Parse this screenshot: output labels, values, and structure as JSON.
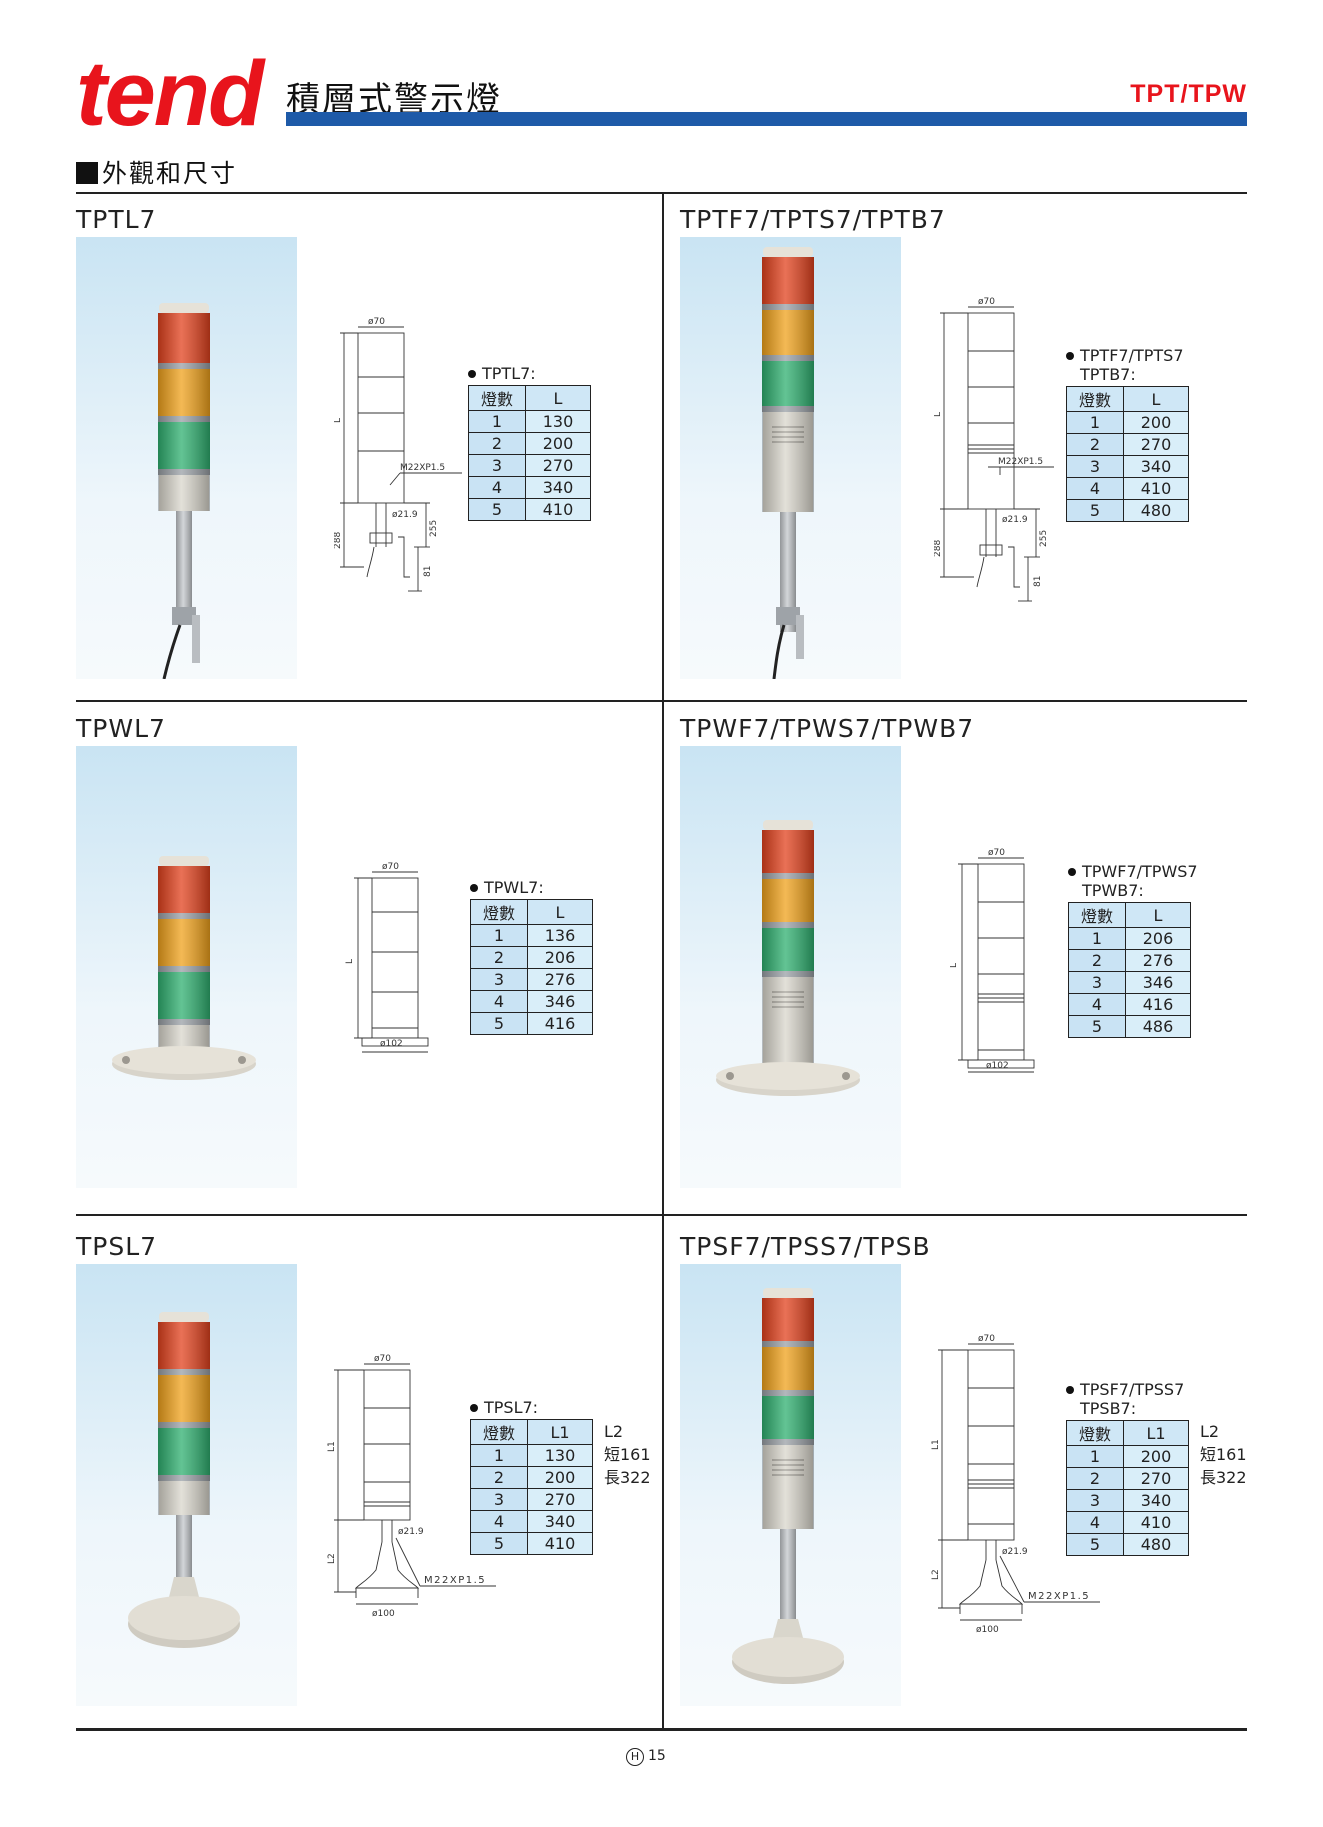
{
  "header": {
    "brand": "tend",
    "title": "積層式警示燈",
    "series_code": "TPT/TPW",
    "section_label": "外觀和尺寸"
  },
  "colors": {
    "brand_red": "#e8141c",
    "header_bar_blue": "#1e5aa8",
    "table_fill": "#cfe7f6",
    "lamp_red": "#e2421e",
    "lamp_amber": "#f0a21c",
    "lamp_green": "#2fb070"
  },
  "cells": [
    {
      "title": "TPTL7",
      "spec_title": "TPTL7:",
      "spec_title2": "",
      "col_count": "燈數",
      "col_len": "L",
      "side_header": "",
      "rows": [
        {
          "n": "1",
          "v": "130",
          "side": ""
        },
        {
          "n": "2",
          "v": "200",
          "side": ""
        },
        {
          "n": "3",
          "v": "270",
          "side": ""
        },
        {
          "n": "4",
          "v": "340",
          "side": ""
        },
        {
          "n": "5",
          "v": "410",
          "side": ""
        }
      ],
      "dims": {
        "d_top": "ø70",
        "len": "L",
        "thread": "M22XP1.5",
        "d_pole": "ø21.9",
        "h_total": "288",
        "h_pole": "255",
        "h_bracket": "81",
        "d_base": ""
      }
    },
    {
      "title": "TPTF7/TPTS7/TPTB7",
      "spec_title": "TPTF7/TPTS7",
      "spec_title2": "TPTB7:",
      "col_count": "燈數",
      "col_len": "L",
      "side_header": "",
      "rows": [
        {
          "n": "1",
          "v": "200",
          "side": ""
        },
        {
          "n": "2",
          "v": "270",
          "side": ""
        },
        {
          "n": "3",
          "v": "340",
          "side": ""
        },
        {
          "n": "4",
          "v": "410",
          "side": ""
        },
        {
          "n": "5",
          "v": "480",
          "side": ""
        }
      ],
      "dims": {
        "d_top": "ø70",
        "len": "L",
        "thread": "M22XP1.5",
        "d_pole": "ø21.9",
        "h_total": "288",
        "h_pole": "255",
        "h_bracket": "81",
        "d_base": ""
      }
    },
    {
      "title": "TPWL7",
      "spec_title": "TPWL7:",
      "spec_title2": "",
      "col_count": "燈數",
      "col_len": "L",
      "side_header": "",
      "rows": [
        {
          "n": "1",
          "v": "136",
          "side": ""
        },
        {
          "n": "2",
          "v": "206",
          "side": ""
        },
        {
          "n": "3",
          "v": "276",
          "side": ""
        },
        {
          "n": "4",
          "v": "346",
          "side": ""
        },
        {
          "n": "5",
          "v": "416",
          "side": ""
        }
      ],
      "dims": {
        "d_top": "ø70",
        "len": "L",
        "thread": "",
        "d_pole": "",
        "h_total": "",
        "h_pole": "",
        "h_bracket": "",
        "d_base": "ø102"
      }
    },
    {
      "title": "TPWF7/TPWS7/TPWB7",
      "spec_title": "TPWF7/TPWS7",
      "spec_title2": "TPWB7:",
      "col_count": "燈數",
      "col_len": "L",
      "side_header": "",
      "rows": [
        {
          "n": "1",
          "v": "206",
          "side": ""
        },
        {
          "n": "2",
          "v": "276",
          "side": ""
        },
        {
          "n": "3",
          "v": "346",
          "side": ""
        },
        {
          "n": "4",
          "v": "416",
          "side": ""
        },
        {
          "n": "5",
          "v": "486",
          "side": ""
        }
      ],
      "dims": {
        "d_top": "ø70",
        "len": "L",
        "thread": "",
        "d_pole": "",
        "h_total": "",
        "h_pole": "",
        "h_bracket": "",
        "d_base": "ø102"
      }
    },
    {
      "title": "TPSL7",
      "spec_title": "TPSL7:",
      "spec_title2": "",
      "col_count": "燈數",
      "col_len": "L1",
      "side_header": "L2",
      "rows": [
        {
          "n": "1",
          "v": "130",
          "side": "短161"
        },
        {
          "n": "2",
          "v": "200",
          "side": "長322"
        },
        {
          "n": "3",
          "v": "270",
          "side": ""
        },
        {
          "n": "4",
          "v": "340",
          "side": ""
        },
        {
          "n": "5",
          "v": "410",
          "side": ""
        }
      ],
      "dims": {
        "d_top": "ø70",
        "len": "L1",
        "len2": "L2",
        "thread": "M22XP1.5",
        "d_pole": "ø21.9",
        "d_base": "ø100"
      }
    },
    {
      "title": "TPSF7/TPSS7/TPSB",
      "spec_title": "TPSF7/TPSS7",
      "spec_title2": "TPSB7:",
      "col_count": "燈數",
      "col_len": "L1",
      "side_header": "L2",
      "rows": [
        {
          "n": "1",
          "v": "200",
          "side": "短161"
        },
        {
          "n": "2",
          "v": "270",
          "side": "長322"
        },
        {
          "n": "3",
          "v": "340",
          "side": ""
        },
        {
          "n": "4",
          "v": "410",
          "side": ""
        },
        {
          "n": "5",
          "v": "480",
          "side": ""
        }
      ],
      "dims": {
        "d_top": "ø70",
        "len": "L1",
        "len2": "L2",
        "thread": "M22XP1.5",
        "d_pole": "ø21.9",
        "d_base": "ø100"
      }
    }
  ],
  "footer": {
    "icon_letter": "H",
    "page_number": "15"
  }
}
